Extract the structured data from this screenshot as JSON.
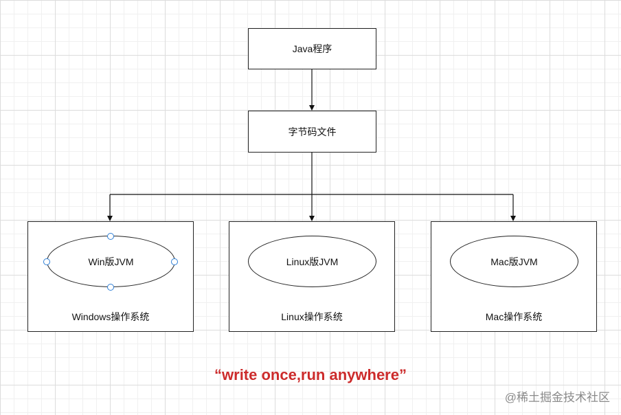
{
  "diagram": {
    "java_program": "Java程序",
    "bytecode": "字节码文件",
    "systems": [
      {
        "jvm": "Win版JVM",
        "os": "Windows操作系统"
      },
      {
        "jvm": "Linux版JVM",
        "os": "Linux操作系统"
      },
      {
        "jvm": "Mac版JVM",
        "os": "Mac操作系统"
      }
    ],
    "slogan": "“write once,run anywhere”",
    "slogan_color": "#cc2b2b"
  },
  "watermark": "@稀土掘金技术社区"
}
